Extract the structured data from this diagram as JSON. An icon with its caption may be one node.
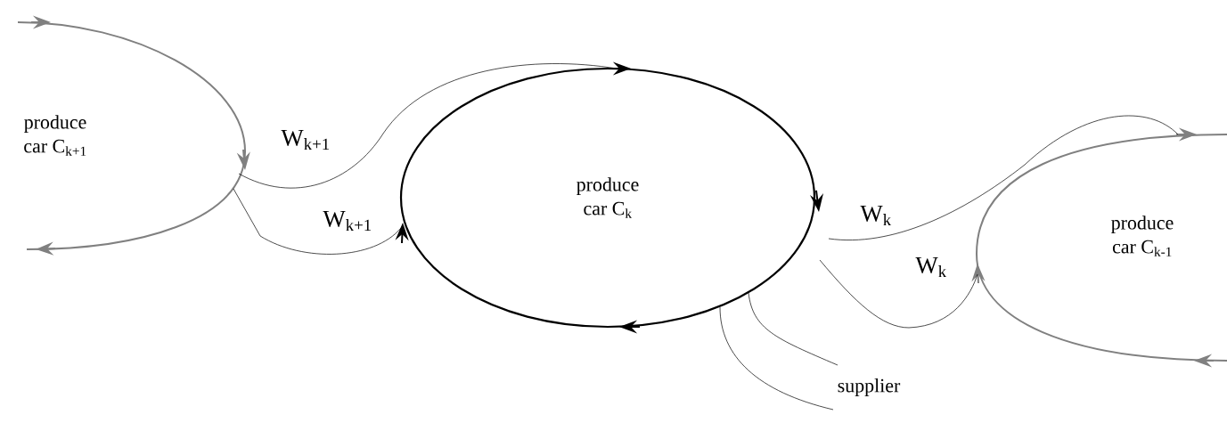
{
  "diagram": {
    "nodes": [
      {
        "text": [
          "produce car C$_{k+1}$"
        ]
      },
      {
        "text": [
          "produce car C$_{k}$"
        ]
      },
      {
        "text": [
          "produce car C$_{k-1}$"
        ]
      },
      {
        "text": [
          "supplier"
        ]
      }
    ],
    "edges": [
      {
        "from": 0,
        "to": 1,
        "arrow": "none",
        "label": "W$_{k+1}$"
      },
      {
        "from": 0,
        "to": 1,
        "arrow": "none",
        "label": "W$_{k+1}$"
      },
      {
        "from": 1,
        "to": 2,
        "arrow": "none",
        "label": "W$_{k}$"
      },
      {
        "from": 1,
        "to": 2,
        "arrow": "none",
        "label": "W$_{k}$"
      },
      {
        "from": 3,
        "to": 1,
        "arrow": "none"
      },
      {
        "from": 3,
        "to": 1,
        "arrow": "none"
      }
    ]
  }
}
